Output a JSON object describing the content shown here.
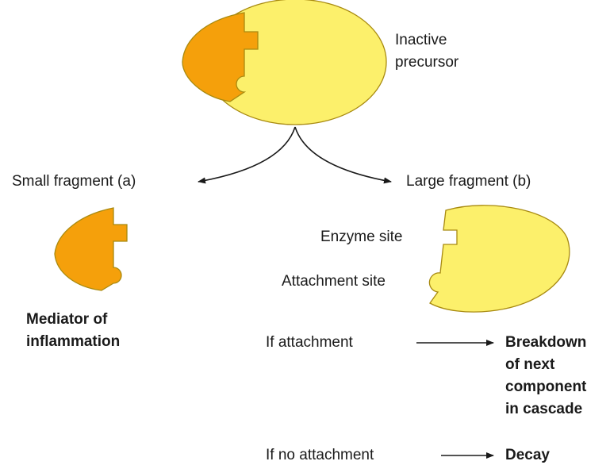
{
  "colors": {
    "fragment_a": "#F5A00B",
    "fragment_b": "#FCF06B",
    "outline": "#A88A10",
    "ink": "#1a1a1a"
  },
  "precursor": {
    "label": [
      "Inactive",
      "precursor"
    ]
  },
  "fragments": {
    "small_label": "Small fragment (a)",
    "large_label": "Large fragment (b)"
  },
  "sites": {
    "enzyme": "Enzyme site",
    "attachment": "Attachment site"
  },
  "mediator": {
    "label": [
      "Mediator of",
      "inflammation"
    ]
  },
  "outcomes": [
    {
      "condition": "If attachment",
      "result": [
        "Breakdown",
        "of next",
        "component",
        "in cascade"
      ]
    },
    {
      "condition": "If no attachment",
      "result": [
        "Decay"
      ]
    }
  ]
}
